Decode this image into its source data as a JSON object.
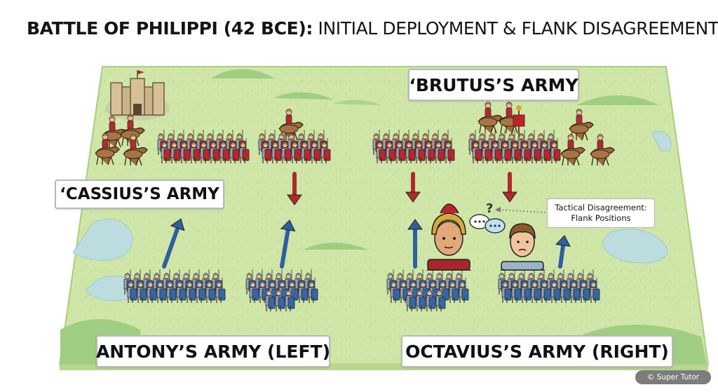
{
  "title": {
    "bold_part": "BATTLE OF PHILIPPI (42 BCE):",
    "rest_part": " INITIAL DEPLOYMENT & FLANK DISAGREEMENT"
  },
  "labels": {
    "brutus": "‘BRUTUS’S ARMY",
    "cassius": "‘CASSIUS’S ARMY",
    "antony": "ANTONY’S ARMY (LEFT)",
    "octavius": "OCTAVIUS’S ARMY (RIGHT)"
  },
  "callout": {
    "line1": "Tactical Disagreement:",
    "line2": "Flank Positions"
  },
  "speech_question": "?",
  "watermark": "© Super Tutor",
  "colors": {
    "terrain": "#cfe6a8",
    "hill": "#9fce83",
    "water": "#bcdcdf",
    "republican_red": "#b8262c",
    "triumvir_blue": "#3567a8",
    "arrow_red": "#b02a2a",
    "arrow_blue": "#2f5f9e"
  },
  "icons": {
    "fortress": "fortress-icon",
    "cavalry": "cavalry-icon",
    "standard": "standard-bearer-icon",
    "commander": "roman-general-icon",
    "young_commander": "young-man-icon",
    "speech": "speech-bubble-icon"
  }
}
